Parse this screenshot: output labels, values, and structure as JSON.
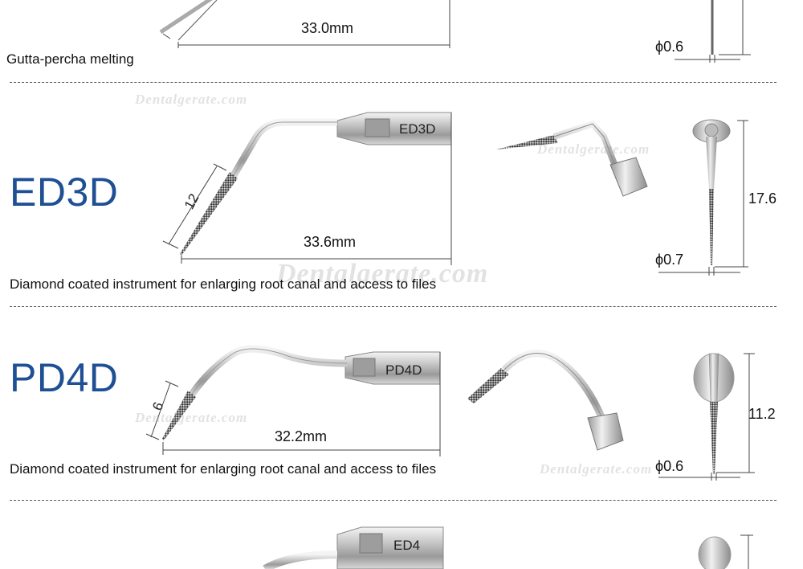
{
  "watermark": "Dentalgerate.com",
  "sections": [
    {
      "id": "top",
      "length_label": "33.0mm",
      "diameter_label": "0.6",
      "description": "Gutta-percha melting"
    },
    {
      "id": "ed3d",
      "model": "ED3D",
      "handle_label": "ED3D",
      "tip_length_label": "12",
      "length_label": "33.6mm",
      "height_label": "17.6",
      "diameter_label": "0.7",
      "description": "Diamond coated instrument for enlarging root canal and access to files"
    },
    {
      "id": "pd4d",
      "model": "PD4D",
      "handle_label": "PD4D",
      "tip_length_label": "6",
      "length_label": "32.2mm",
      "height_label": "11.2",
      "diameter_label": "0.6",
      "description": "Diamond coated instrument for enlarging root canal and access to files"
    },
    {
      "id": "ed4",
      "handle_label": "ED4"
    }
  ],
  "icons": {
    "diameter": "diameter-symbol-icon"
  }
}
